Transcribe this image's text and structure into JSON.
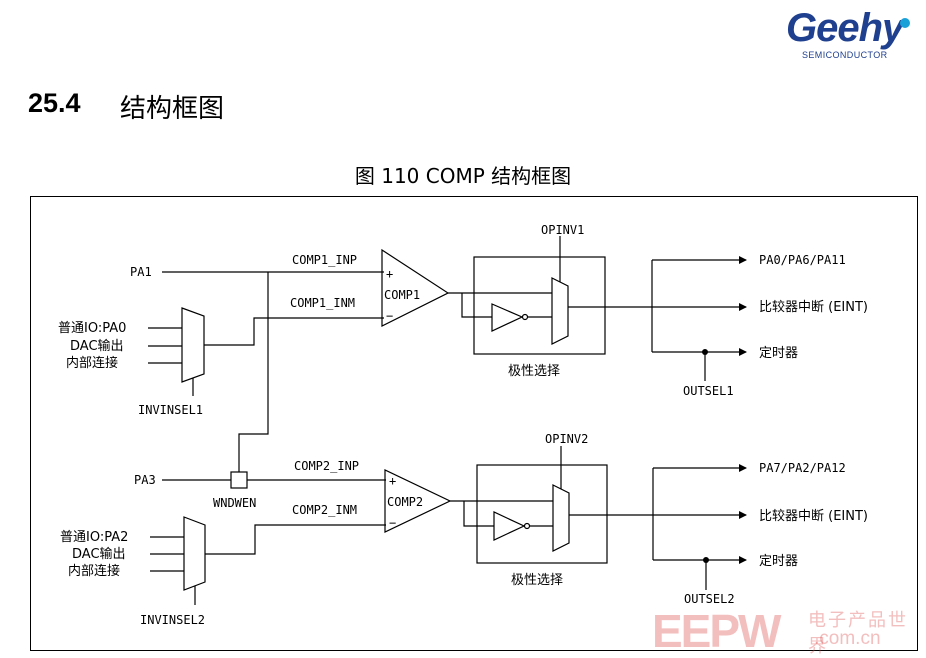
{
  "header": {
    "logo_text": "Geehy",
    "logo_subtext": "SEMICONDUCTOR",
    "section_number": "25.4",
    "section_title": "结构框图"
  },
  "figure": {
    "caption": "图  110 COMP 结构框图"
  },
  "diagram": {
    "comp1": {
      "pa1": "PA1",
      "inputs": [
        "普通IO:PA0",
        "DAC输出",
        "内部连接"
      ],
      "mux_sel": "INVINSEL1",
      "inp": "COMP1_INP",
      "inm": "COMP1_INM",
      "plus": "+",
      "minus": "−",
      "comp_label": "COMP1",
      "opinv": "OPINV1",
      "polarity": "极性选择",
      "outputs": [
        "PA0/PA6/PA11",
        "比较器中断 (EINT)",
        "定时器"
      ],
      "outsel": "OUTSEL1"
    },
    "comp2": {
      "pa3": "PA3",
      "wndwen": "WNDWEN",
      "inputs": [
        "普通IO:PA2",
        "DAC输出",
        "内部连接"
      ],
      "mux_sel": "INVINSEL2",
      "inp": "COMP2_INP",
      "inm": "COMP2_INM",
      "plus": "+",
      "minus": "−",
      "comp_label": "COMP2",
      "opinv": "OPINV2",
      "polarity": "极性选择",
      "outputs": [
        "PA7/PA2/PA12",
        "比较器中断 (EINT)",
        "定时器"
      ],
      "outsel": "OUTSEL2"
    }
  },
  "watermark": {
    "logo": "EEPW",
    "cn": "电子产品世界",
    "url": ".com.cn"
  }
}
